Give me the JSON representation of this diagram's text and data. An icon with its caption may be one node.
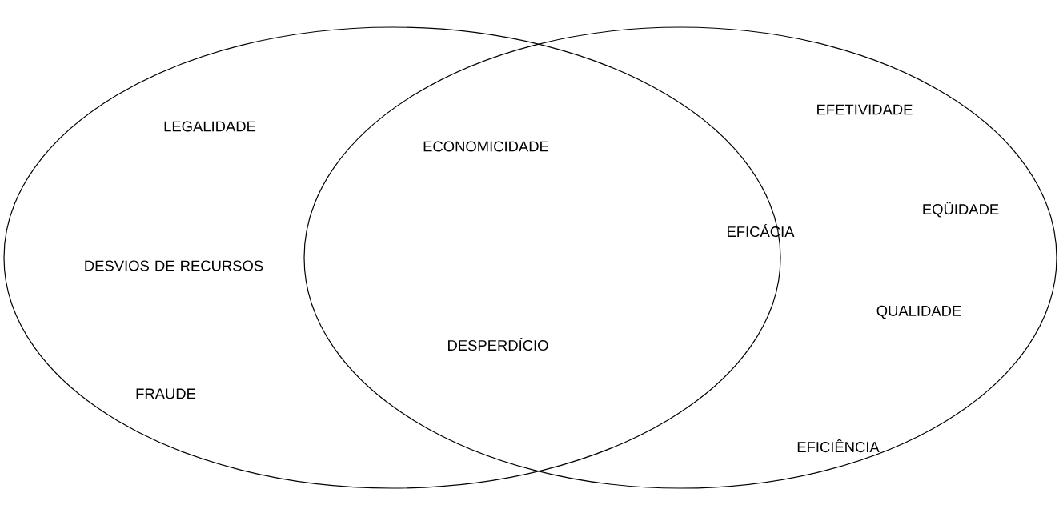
{
  "diagram": {
    "nodes": [
      {
        "text": [],
        "shape": "ellipse"
      },
      {
        "text": [],
        "shape": "ellipse"
      }
    ],
    "labels": [
      "EFETIVIDADE",
      "LEGALIDADE",
      "ECONOMICIDADE",
      "EQÜIDADE",
      "EFICÁCIA",
      "DESVIOS DE RECURSOS",
      "QUALIDADE",
      "DESPERDÍCIO",
      "FRAUDE",
      "EFICIÊNCIA"
    ]
  }
}
